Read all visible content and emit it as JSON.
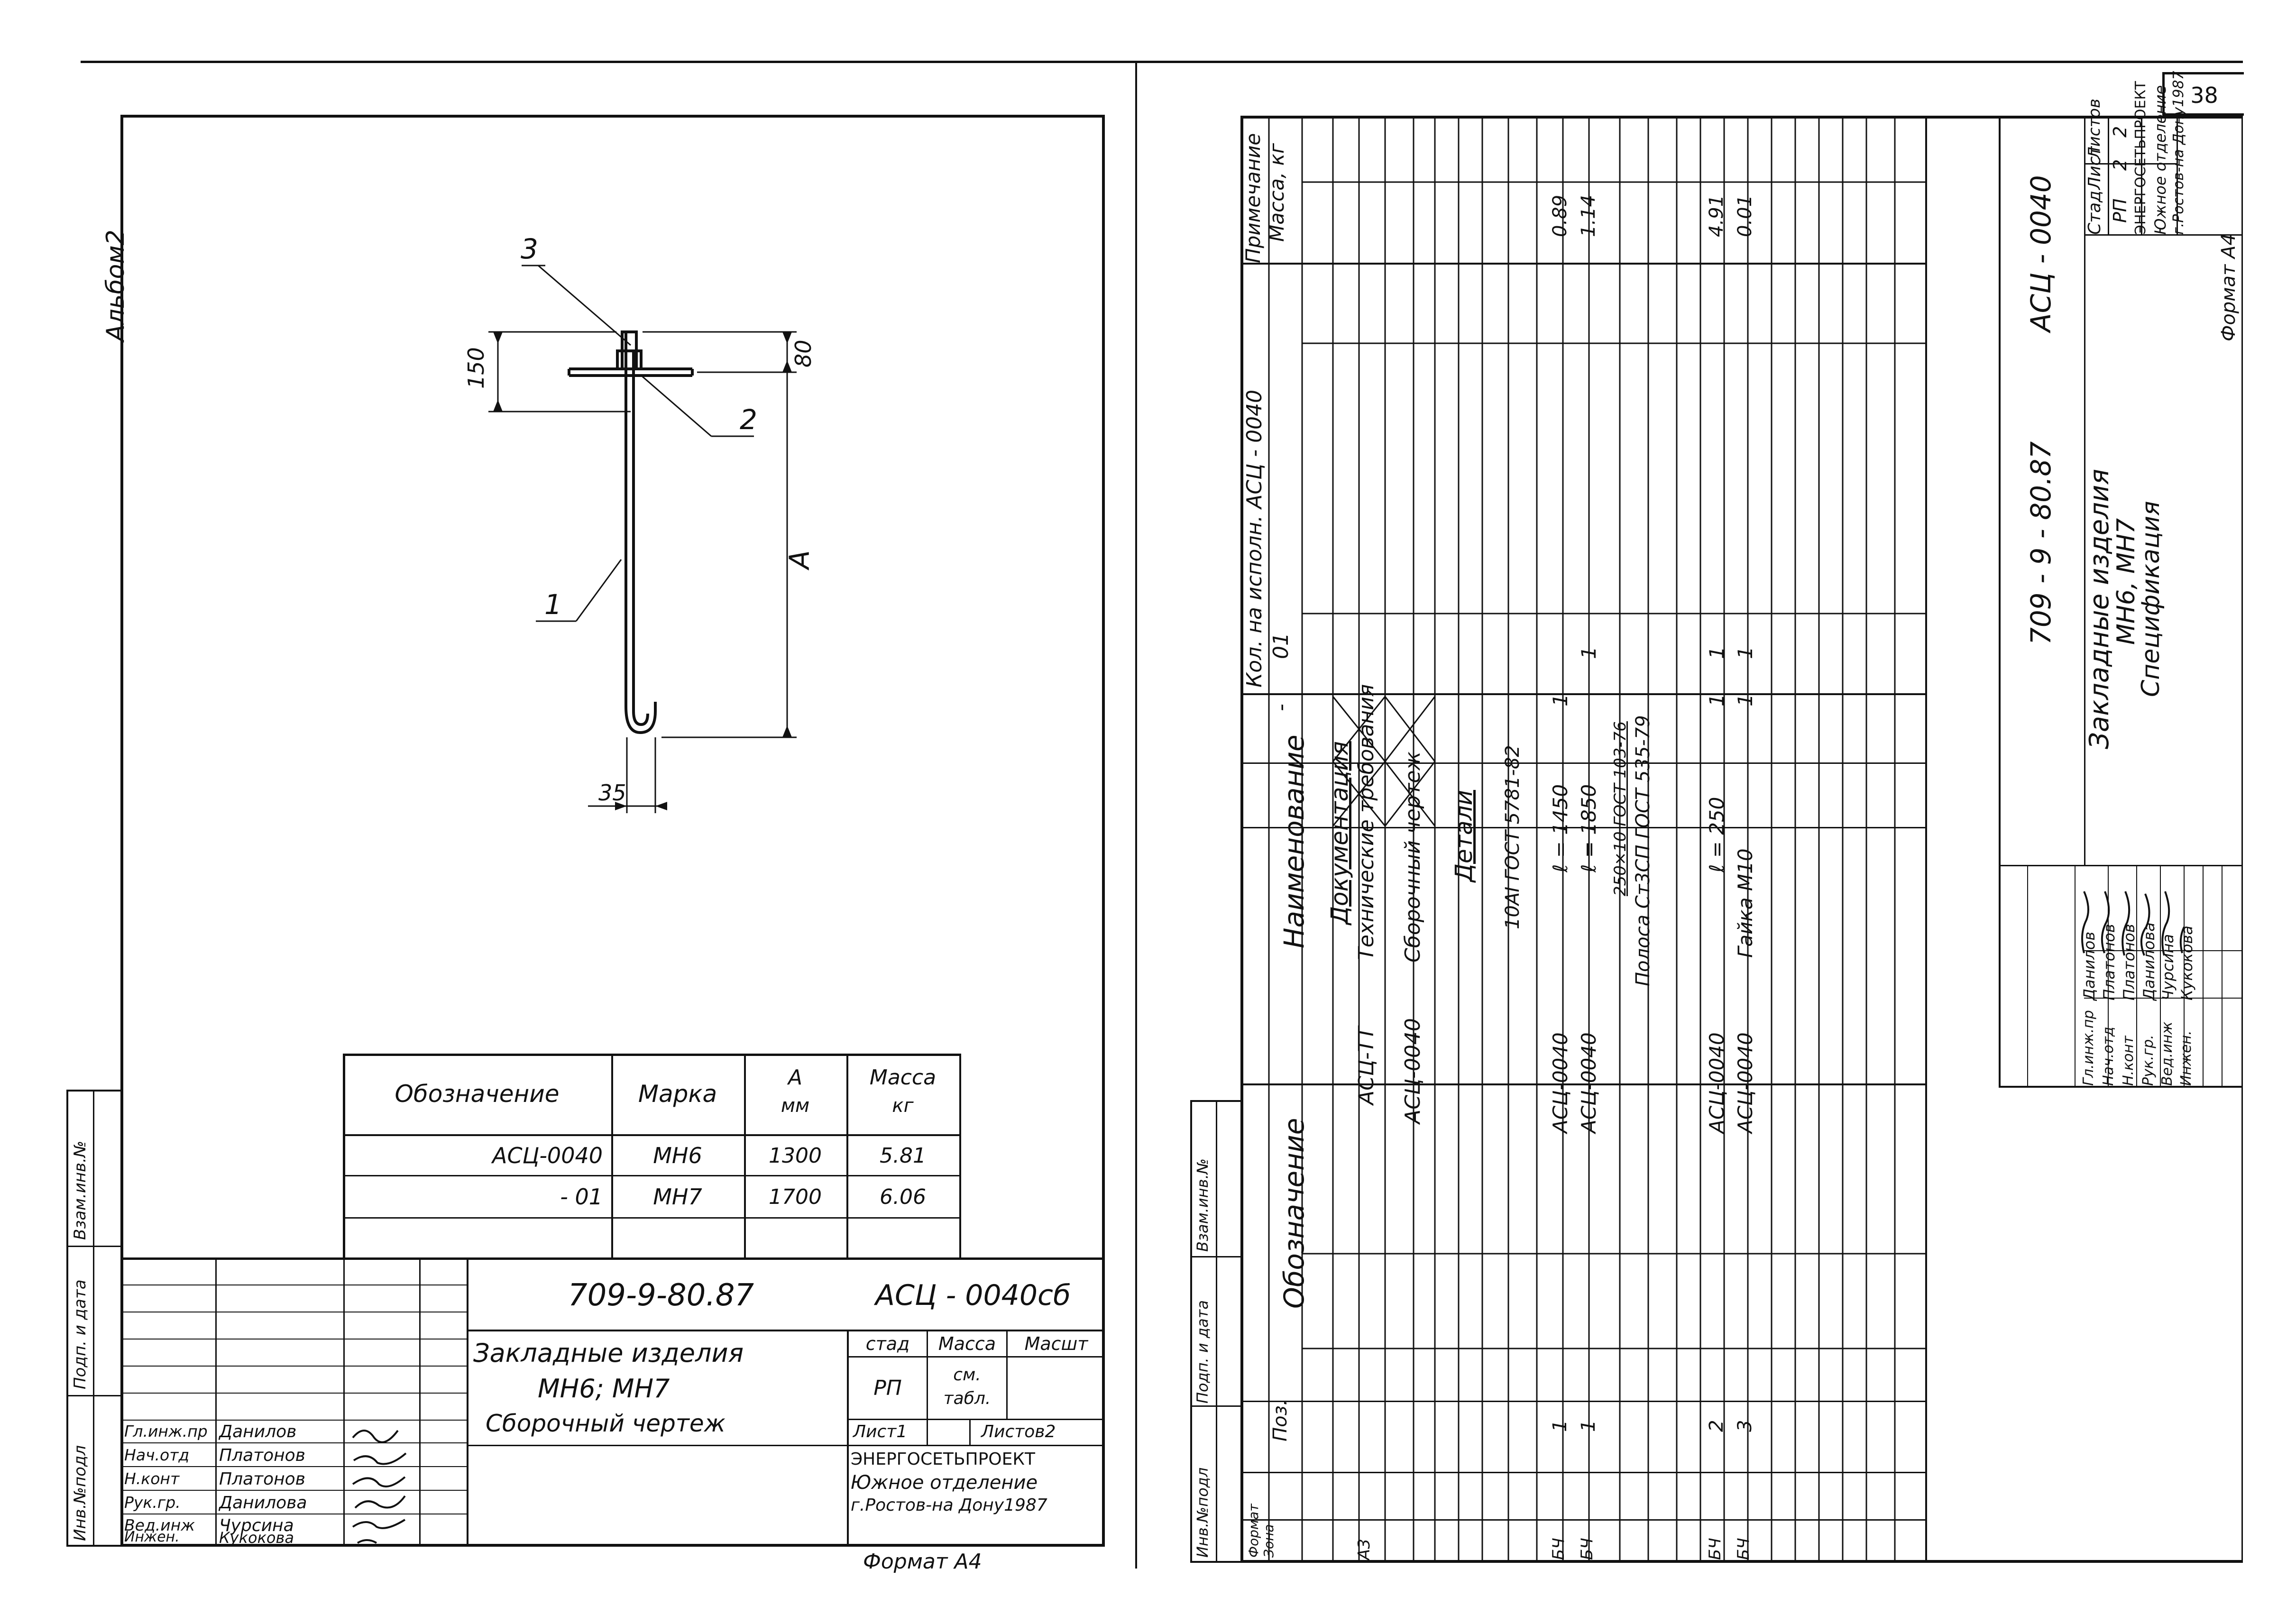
{
  "page_number": "38",
  "album_label": "Альбом2",
  "left_sheet": {
    "callouts": {
      "c1": "1",
      "c2": "2",
      "c3": "3"
    },
    "dims": {
      "d150": "150",
      "d80": "80",
      "dA": "А",
      "d35": "35"
    },
    "table": {
      "headers": [
        "Обозначение",
        "Марка",
        "А мм",
        "Масса кг"
      ],
      "header_parts": {
        "a_top": "А",
        "a_bot": "мм",
        "m_top": "Масса",
        "m_bot": "кг"
      },
      "rows": [
        [
          "АСЦ-0040",
          "МН6",
          "1300",
          "5.81"
        ],
        [
          "- 01",
          "МН7",
          "1700",
          "6.06"
        ]
      ]
    },
    "side_fields": [
      "Инв.№подл",
      "Подп. и дата",
      "Взам.инв.№"
    ],
    "title_block": {
      "doc_number": "709-9-80.87",
      "code": "АСЦ - 0040сб",
      "title_l1": "Закладные изделия",
      "title_l2": "МН6; МН7",
      "title_l3": "Сборочный чертеж",
      "h_stage": "стад",
      "h_mass": "Масса",
      "h_scale": "Масшт",
      "stage": "РП",
      "mass_l1": "см.",
      "mass_l2": "табл.",
      "sheet": "Лист1",
      "sheets": "Листов2",
      "org_l1": "ЭНЕРГОСЕТЬПРОЕКТ",
      "org_l2": "Южное отделение",
      "org_l3": "г.Ростов-на Дону1987",
      "signers": [
        {
          "role": "Гл.инж.пр",
          "name": "Данилов"
        },
        {
          "role": "Нач.отд",
          "name": "Платонов"
        },
        {
          "role": "Н.конт",
          "name": "Платонов"
        },
        {
          "role": "Рук.гр.",
          "name": "Данилова"
        },
        {
          "role": "Вед.инж",
          "name": "Чурсина"
        },
        {
          "role": "Инжен.",
          "name": "Кукокова"
        }
      ]
    },
    "format": "Формат А4"
  },
  "right_sheet": {
    "side_fields": [
      "Инв.№подл",
      "Подп. и дата",
      "Взам.инв.№"
    ],
    "spec_headers": {
      "format": "Формат",
      "zone": "Зона",
      "pos": "Поз.",
      "designation": "Обозначение",
      "name": "Наименование",
      "qty_title": "Кол. на исполн.  АСЦ - 0040",
      "qty_dash": "-",
      "qty_01": "01",
      "notes_l1": "Примечание",
      "notes_l2": "Масса, кг"
    },
    "spec_rows": [
      {
        "format": "",
        "pos": "",
        "designation": "",
        "name": "Документация",
        "q1": "",
        "q2": "",
        "note": "",
        "underline": true
      },
      {
        "format": "А3",
        "pos": "",
        "designation": "АСЦ-ТТ",
        "name": "Технические требования",
        "q1": "",
        "q2": "",
        "note": "",
        "cross": true
      },
      {
        "format": "",
        "pos": "",
        "designation": "АСЦ-0040",
        "name": "Сборочный чертеж",
        "q1": "",
        "q2": "",
        "note": "",
        "cross": true
      },
      {
        "format": "",
        "pos": "",
        "designation": "",
        "name": "Детали",
        "q1": "",
        "q2": "",
        "note": "",
        "underline": true
      },
      {
        "format": "",
        "pos": "",
        "designation": "",
        "name": "10АI ГОСТ 5781-82",
        "q1": "",
        "q2": "",
        "note": ""
      },
      {
        "format": "БЧ",
        "pos": "1",
        "designation": "АСЦ-0040",
        "name": "ℓ = 1450",
        "q1": "1",
        "q2": "",
        "note": "0.89"
      },
      {
        "format": "БЧ",
        "pos": "1",
        "designation": "АСЦ-0040",
        "name": "ℓ = 1850",
        "q1": "",
        "q2": "1",
        "note": "1.14"
      },
      {
        "format": "",
        "pos": "",
        "designation": "",
        "name": "250×10 ГОСТ 103-76",
        "name2": "Полоса Ст3СП ГОСТ 535-79",
        "q1": "",
        "q2": "",
        "note": ""
      },
      {
        "format": "БЧ",
        "pos": "2",
        "designation": "АСЦ-0040",
        "name": "ℓ = 250",
        "q1": "1",
        "q2": "1",
        "note": "4.91"
      },
      {
        "format": "БЧ",
        "pos": "3",
        "designation": "АСЦ-0040",
        "name": "Гайка М10",
        "q1": "1",
        "q2": "1",
        "note": "0.01"
      }
    ],
    "title_block": {
      "doc_number": "709 - 9 - 80.87",
      "code": "АСЦ - 0040",
      "title_l1": "Закладные изделия",
      "title_l2": "МН6, МН7",
      "title_l3": "Спецификация",
      "h_stage": "Стад",
      "h_sheet": "Лист",
      "h_sheets": "Листов",
      "stage": "РП",
      "sheet": "2",
      "sheets": "2",
      "org_l1": "ЭНЕРГОСЕТЬПРОЕКТ",
      "org_l2": "Южное отделение",
      "org_l3": "г.Ростов-на Дону1987",
      "signers": [
        {
          "role": "Гл.инж.пр",
          "name": "Данилов"
        },
        {
          "role": "Нач.отд",
          "name": "Платонов"
        },
        {
          "role": "Н.конт",
          "name": "Платонов"
        },
        {
          "role": "Рук.гр.",
          "name": "Данилова"
        },
        {
          "role": "Вед.инж",
          "name": "Чурсина"
        },
        {
          "role": "Инжен.",
          "name": "Кукокова"
        }
      ]
    },
    "format": "Формат А4"
  }
}
